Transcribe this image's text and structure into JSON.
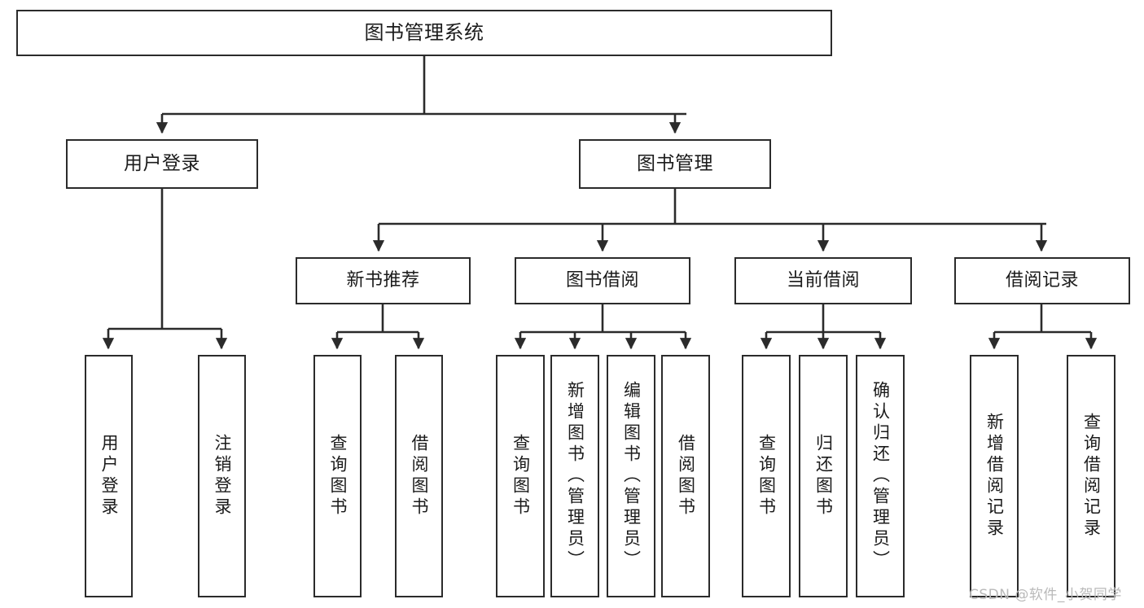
{
  "diagram": {
    "type": "tree",
    "title": "图书管理系统",
    "watermark": "CSDN @软件_小贺同学",
    "colors": {
      "background": "#ffffff",
      "box_border": "#2b2b2b",
      "box_fill": "#ffffff",
      "text": "#1b1b1b",
      "connector": "#2b2b2b",
      "watermark": "#b9b9b9"
    },
    "nodes": {
      "root": {
        "label": "图书管理系统"
      },
      "level2": [
        {
          "label": "用户登录"
        },
        {
          "label": "图书管理"
        }
      ],
      "level3": [
        {
          "label": "新书推荐"
        },
        {
          "label": "图书借阅"
        },
        {
          "label": "当前借阅"
        },
        {
          "label": "借阅记录"
        }
      ],
      "leaves": {
        "user_login": [
          {
            "label": "用户登录"
          },
          {
            "label": "注销登录"
          }
        ],
        "new_book_recommend": [
          {
            "label": "查询图书"
          },
          {
            "label": "借阅图书"
          }
        ],
        "book_borrow": [
          {
            "label": "查询图书"
          },
          {
            "label": "新增图书（管理员）"
          },
          {
            "label": "编辑图书（管理员）"
          },
          {
            "label": "借阅图书"
          }
        ],
        "current_borrow": [
          {
            "label": "查询图书"
          },
          {
            "label": "归还图书"
          },
          {
            "label": "确认归还（管理员）"
          }
        ],
        "borrow_record": [
          {
            "label": "新增借阅记录"
          },
          {
            "label": "查询借阅记录"
          }
        ]
      }
    }
  }
}
